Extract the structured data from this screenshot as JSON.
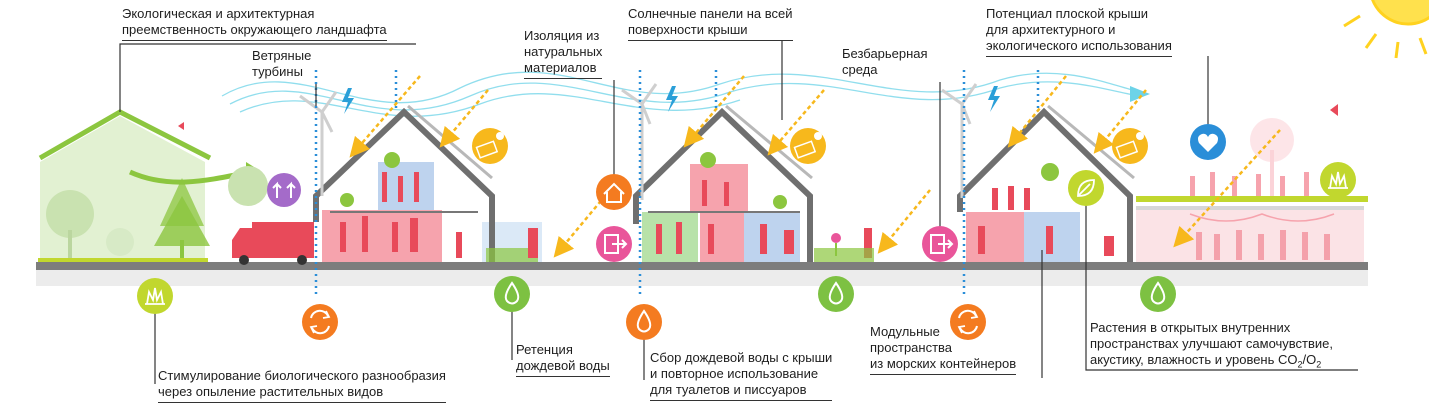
{
  "colors": {
    "building_red": "#e84a5a",
    "building_blue": "#a9c4e8",
    "landscape_green": "#8cc63f",
    "ground_gray": "#7d7d7d",
    "orange_icon": "#f47b20",
    "yellow_icon": "#f7b81c",
    "green_icon": "#7dc142",
    "lime_icon": "#c1d72e",
    "pink_icon": "#e9559a",
    "purple_icon": "#a46bc9",
    "blue_icon": "#2a8ed8",
    "sun_yellow": "#ffe14d",
    "wind_cyan": "#6dd3e8"
  },
  "labels": {
    "landscape_continuity": [
      "Экологическая и архитектурная",
      "преемственность окружающего ландшафта"
    ],
    "wind_turbines": [
      "Ветряные",
      "турбины"
    ],
    "natural_insulation": [
      "Изоляция из",
      "натуральных",
      "материалов"
    ],
    "solar_panels": [
      "Солнечные панели на всей",
      "поверхности крыши"
    ],
    "barrier_free": [
      "Безбарьерная",
      "среда"
    ],
    "flat_roof": [
      "Потенциал плоской крыши",
      "для архитектурного и",
      "экологического использования"
    ],
    "biodiversity": [
      "Стимулирование биологического разнообразия",
      "через опыление растительных видов"
    ],
    "rainwater_retention": [
      "Ретенция",
      "дождевой воды"
    ],
    "rainwater_collection": [
      "Сбор дождевой воды с крыши",
      "и повторное использование",
      "для туалетов и писсуаров"
    ],
    "modular_containers": [
      "Модульные",
      "пространства",
      "из морских контейнеров"
    ],
    "plants_wellbeing": [
      "Растения в открытых внутренних",
      "пространствах улучшают самочувствие,"
    ],
    "plants_wellbeing_last": "акустику, влажность и уровень CO",
    "co2_sub": "2",
    "slash": "/O",
    "o2_sub": "2"
  },
  "icons": [
    "recycle-icon",
    "water-drop-icon",
    "grass-icon",
    "solar-panel-icon",
    "wind-turbine-icon",
    "lightning-icon",
    "house-icon",
    "door-exit-icon",
    "heart-icon",
    "leaf-icon",
    "flower-icon",
    "arrows-up-icon",
    "truck-icon",
    "sun-icon"
  ]
}
